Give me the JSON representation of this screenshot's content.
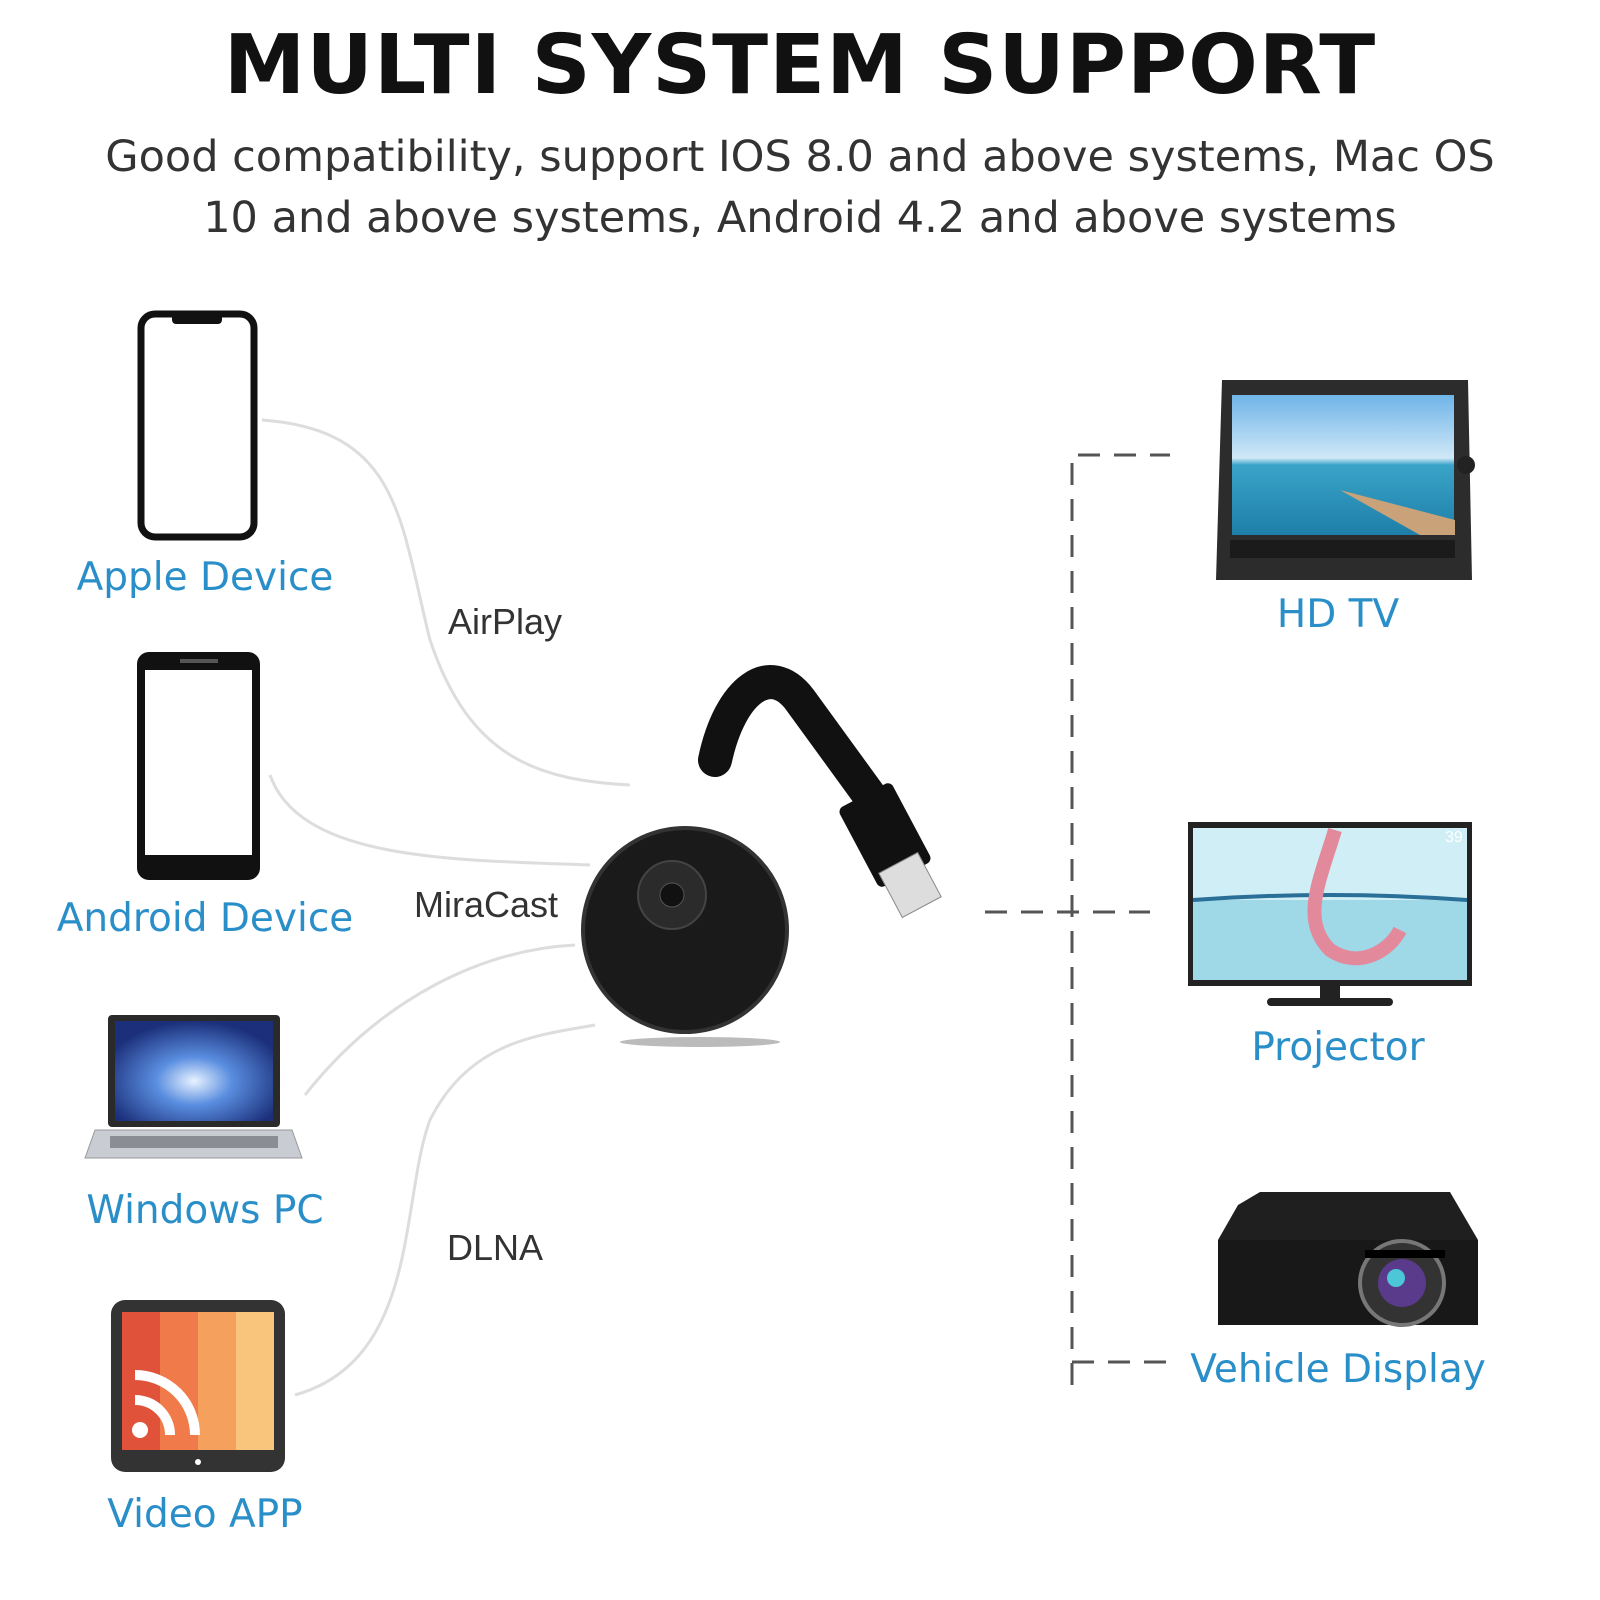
{
  "header": {
    "title": "MULTI SYSTEM SUPPORT",
    "subtitle_lines": [
      "Good compatibility, support IOS 8.0 and above systems, Mac OS",
      "10 and above systems, Android 4.2 and above systems"
    ]
  },
  "sources": [
    {
      "label": "Apple Device",
      "icon": "iphone-icon"
    },
    {
      "label": "Android Device",
      "icon": "android-phone-icon"
    },
    {
      "label": "Windows PC",
      "icon": "laptop-icon"
    },
    {
      "label": "Video APP",
      "icon": "cast-app-icon"
    }
  ],
  "protocols": [
    "AirPlay",
    "MiraCast",
    "DLNA"
  ],
  "targets": [
    {
      "label": "HD TV",
      "icon": "monitor-icon"
    },
    {
      "label": "Projector",
      "icon": "tv-icon"
    },
    {
      "label": "Vehicle Display",
      "icon": "projector-icon"
    }
  ],
  "tv_channel_number": "39",
  "colors": {
    "label_blue": "#2a8fc8",
    "title": "#111111",
    "dongle": "#1a1a1a"
  }
}
